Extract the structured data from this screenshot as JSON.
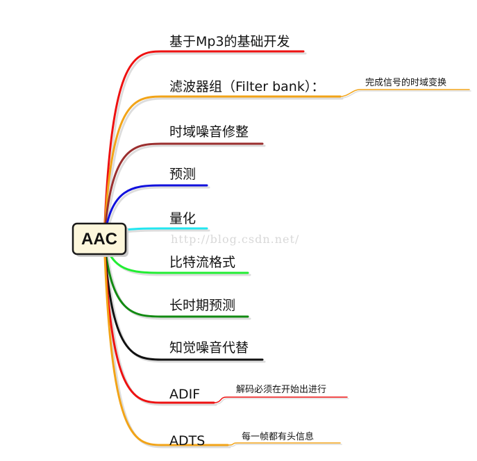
{
  "root": {
    "label": "AAC"
  },
  "watermark": "http://blog.csdn.net/",
  "colors": {
    "background": "#ffffff",
    "root_fill": "#fdf7dc",
    "root_border": "#1a1a1a",
    "shadow": "#dddddd"
  },
  "branches": [
    {
      "id": "mp3-base",
      "label": "基于Mp3的基础开发",
      "color": "#ee1111"
    },
    {
      "id": "filter-bank",
      "label": "滤波器组（Filter bank）：",
      "color": "#f2a418",
      "note": {
        "label": "完成信号的时域变换",
        "color": "#f2a418"
      }
    },
    {
      "id": "tns",
      "label": "时域噪音修整",
      "color": "#9b2f2f"
    },
    {
      "id": "prediction",
      "label": "预测",
      "color": "#1111dd"
    },
    {
      "id": "quantization",
      "label": "量化",
      "color": "#22e6f0"
    },
    {
      "id": "bitstream",
      "label": "比特流格式",
      "color": "#22ee33"
    },
    {
      "id": "ltp",
      "label": "长时期预测",
      "color": "#128a12"
    },
    {
      "id": "pns",
      "label": "知觉噪音代替",
      "color": "#111111"
    },
    {
      "id": "adif",
      "label": "ADIF",
      "color": "#ee1111",
      "note": {
        "label": "解码必须在开始出进行",
        "color": "#ee1111"
      }
    },
    {
      "id": "adts",
      "label": "ADTS",
      "color": "#f2a418",
      "note": {
        "label": "每一帧都有头信息",
        "color": "#f2a418"
      }
    }
  ]
}
